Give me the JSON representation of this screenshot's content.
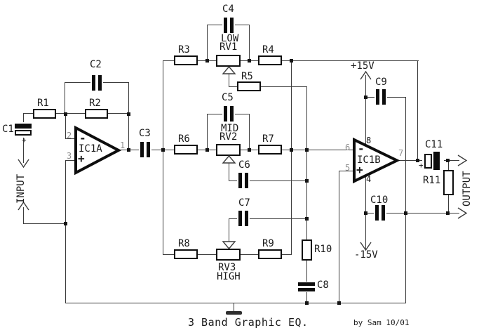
{
  "title": "3 Band Graphic EQ.",
  "credit": "by Sam 10/01",
  "ports": {
    "input": "INPUT",
    "output": "OUTPUT"
  },
  "power": {
    "vplus": "+15V",
    "vminus": "-15V"
  },
  "opamps": {
    "ic1a": {
      "name": "IC1A",
      "pin_inv": "2",
      "pin_noninv": "3",
      "pin_out": "1",
      "inv_sign": "-",
      "noninv_sign": "+"
    },
    "ic1b": {
      "name": "IC1B",
      "pin_inv": "6",
      "pin_noninv": "5",
      "pin_out": "7",
      "pin_vplus": "8",
      "pin_vminus": "4",
      "inv_sign": "-",
      "noninv_sign": "+"
    }
  },
  "resistors": {
    "r1": "R1",
    "r2": "R2",
    "r3": "R3",
    "r4": "R4",
    "r5": "R5",
    "r6": "R6",
    "r7": "R7",
    "r8": "R8",
    "r9": "R9",
    "r10": "R10",
    "r11": "R11"
  },
  "capacitors": {
    "c1": "C1",
    "c2": "C2",
    "c3": "C3",
    "c4": "C4",
    "c5": "C5",
    "c6": "C6",
    "c7": "C7",
    "c8": "C8",
    "c9": "C9",
    "c10": "C10",
    "c11": "C11"
  },
  "polarity": {
    "c1": "+",
    "c11": "+"
  },
  "pots": {
    "rv1": {
      "ref": "RV1",
      "band": "LOW"
    },
    "rv2": {
      "ref": "RV2",
      "band": "MID"
    },
    "rv3": {
      "ref": "RV3",
      "band": "HIGH"
    }
  },
  "colors": {
    "background": "#ffffff",
    "wire": "#3c3c3c",
    "outline": "#0d0d0d",
    "pin_text": "#8f8f8f",
    "text": "#1a1a1a"
  }
}
